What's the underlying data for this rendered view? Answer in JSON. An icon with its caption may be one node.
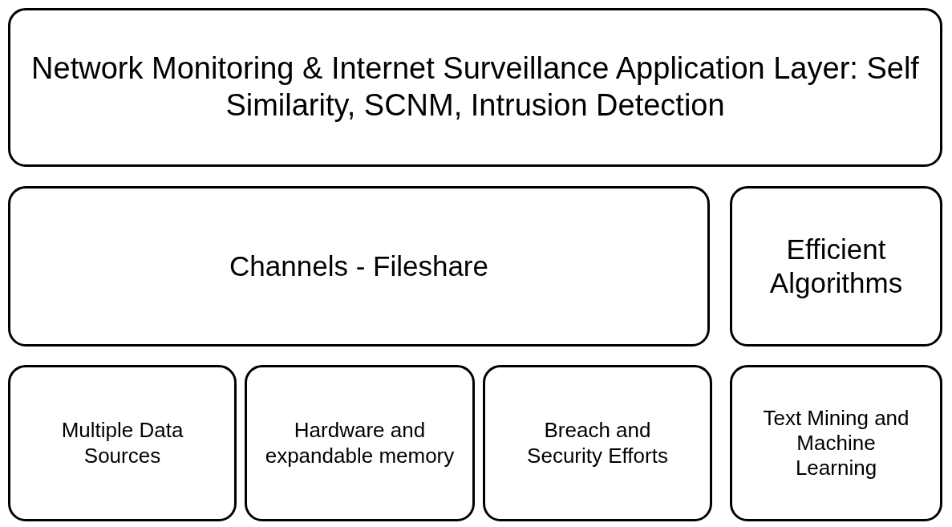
{
  "diagram": {
    "nodes": [
      {
        "text": [
          "Network Monitoring & Internet Surveillance Application Layer: Self Similarity, SCNM, Intrusion Detection"
        ]
      },
      {
        "text": [
          "Channels - Fileshare"
        ]
      },
      {
        "text": [
          "Efficient Algorithms"
        ]
      },
      {
        "text": [
          "Multiple Data Sources"
        ]
      },
      {
        "text": [
          "Hardware and expandable memory"
        ]
      },
      {
        "text": [
          "Breach and Security Efforts"
        ]
      },
      {
        "text": [
          "Text Mining and Machine Learning"
        ]
      }
    ]
  }
}
